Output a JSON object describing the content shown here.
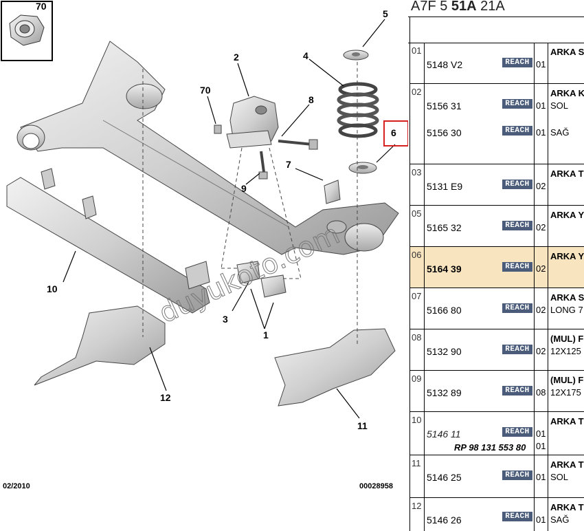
{
  "diagram": {
    "callouts": [
      "70",
      "2",
      "70",
      "8",
      "4",
      "5",
      "6",
      "7",
      "9",
      "10",
      "3",
      "1",
      "12",
      "11"
    ],
    "footer_left": "02/2010",
    "footer_right": "00028958",
    "watermark": "duyukoto.com"
  },
  "panel": {
    "header_prefix": "A7F 5 ",
    "header_bold": "51A",
    "header_suffix": " 21A",
    "reach_label": "REACH",
    "rows": [
      {
        "pos": "01",
        "lines": [
          {
            "pn": "5148 V2",
            "qty": "01",
            "desc": "ARKA S"
          }
        ]
      },
      {
        "pos": "02",
        "lines": [
          {
            "pn": "5156 31",
            "qty": "01",
            "desc": "ARKA K",
            "desc2": "SOL"
          },
          {
            "pn": "5156 30",
            "qty": "01",
            "desc": "SAĞ"
          }
        ]
      },
      {
        "pos": "03",
        "lines": [
          {
            "pn": "5131 E9",
            "qty": "02",
            "desc": "ARKA T"
          }
        ]
      },
      {
        "pos": "05",
        "lines": [
          {
            "pn": "5165 32",
            "qty": "02",
            "desc": "ARKA Y"
          }
        ]
      },
      {
        "pos": "06",
        "lines": [
          {
            "pn": "5164 39",
            "qty": "02",
            "desc": "ARKA Y"
          }
        ]
      },
      {
        "pos": "07",
        "lines": [
          {
            "pn": "5166 80",
            "qty": "02",
            "desc": "ARKA S",
            "desc2": "LONG 7"
          }
        ]
      },
      {
        "pos": "08",
        "lines": [
          {
            "pn": "5132 90",
            "qty": "02",
            "desc": "(MUL) F",
            "desc2": "12X125"
          }
        ]
      },
      {
        "pos": "09",
        "lines": [
          {
            "pn": "5132 89",
            "qty": "08",
            "desc": "(MUL) F",
            "desc2": "12X175"
          }
        ]
      },
      {
        "pos": "10",
        "lines": [
          {
            "pn": "5146 11",
            "qty": "01",
            "desc": "ARKA T"
          }
        ],
        "ref_note": "RP 98 131 553 80",
        "ref_qty": "01"
      },
      {
        "pos": "11",
        "lines": [
          {
            "pn": "5146 25",
            "qty": "01",
            "desc": "ARKA T",
            "desc2": "SOL"
          }
        ]
      },
      {
        "pos": "12",
        "lines": [
          {
            "pn": "5146 26",
            "qty": "01",
            "desc": "ARKA T",
            "desc2": "SAĞ"
          }
        ]
      }
    ]
  },
  "colors": {
    "highlight_row": "#f9e4c0",
    "reach_badge": "#4a5c7a",
    "callout_box": "#d62020",
    "part_fill": "#d4d4d4"
  }
}
